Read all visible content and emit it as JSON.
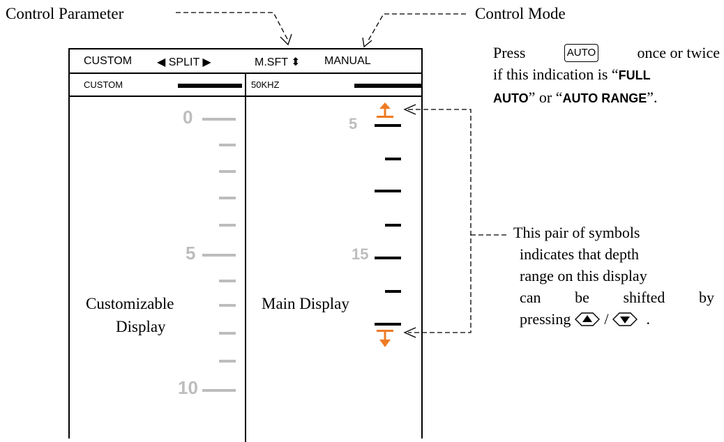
{
  "callouts": {
    "control_parameter": "Control Parameter",
    "control_mode": "Control Mode"
  },
  "screen": {
    "header": {
      "custom": "CUSTOM",
      "split": "◀ SPLIT ▶",
      "msft": "M.SFT ⬍",
      "manual": "MANUAL"
    },
    "subheader": {
      "left": "CUSTOM",
      "right": "50KHZ"
    },
    "left_scale": [
      "0",
      "5",
      "10"
    ],
    "right_scale": [
      "5",
      "15"
    ],
    "left_label_line1": "Customizable",
    "left_label_line2": "Display",
    "right_label": "Main Display"
  },
  "note_auto": {
    "line1_pre": "Press",
    "key": "AUTO",
    "line1_post": "once or twice",
    "line2_pre": "if this indication is “",
    "full": "FULL",
    "auto": "AUTO",
    "mid": "” or “",
    "auto_range": "AUTO RANGE",
    "end": "”."
  },
  "note_symbols": {
    "line1": "This pair of symbols",
    "line2": "indicates that depth",
    "line3": "range on this display",
    "line4_a": "can",
    "line4_b": "be",
    "line4_c": "shifted",
    "line4_d": "by",
    "line5_pre": "pressing",
    "line5_sep": "/",
    "line5_end": "."
  },
  "colors": {
    "orange": "#f07a22",
    "gray": "#bdbdbd"
  }
}
